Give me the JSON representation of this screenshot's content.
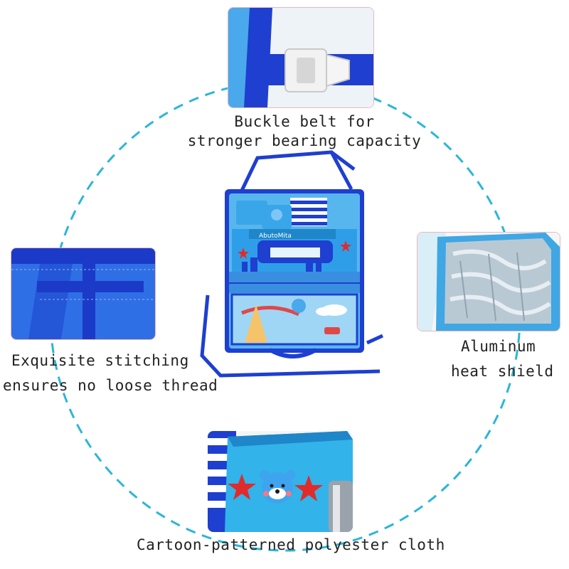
{
  "captions": {
    "buckle": [
      "Buckle belt for",
      "stronger bearing capacity"
    ],
    "stitching": [
      "Exquisite stitching",
      "ensures no loose thread"
    ],
    "aluminum": [
      "Aluminum",
      "heat shield"
    ],
    "cloth": [
      "Cartoon-patterned polyester cloth"
    ]
  },
  "product": {
    "brand_text": "AbutoMita"
  },
  "colors": {
    "dashed_circle": "#2bb6d8",
    "fabric_light_blue": "#4aa8ec",
    "strap_blue": "#1e3fd0",
    "background": "#ffffff"
  }
}
